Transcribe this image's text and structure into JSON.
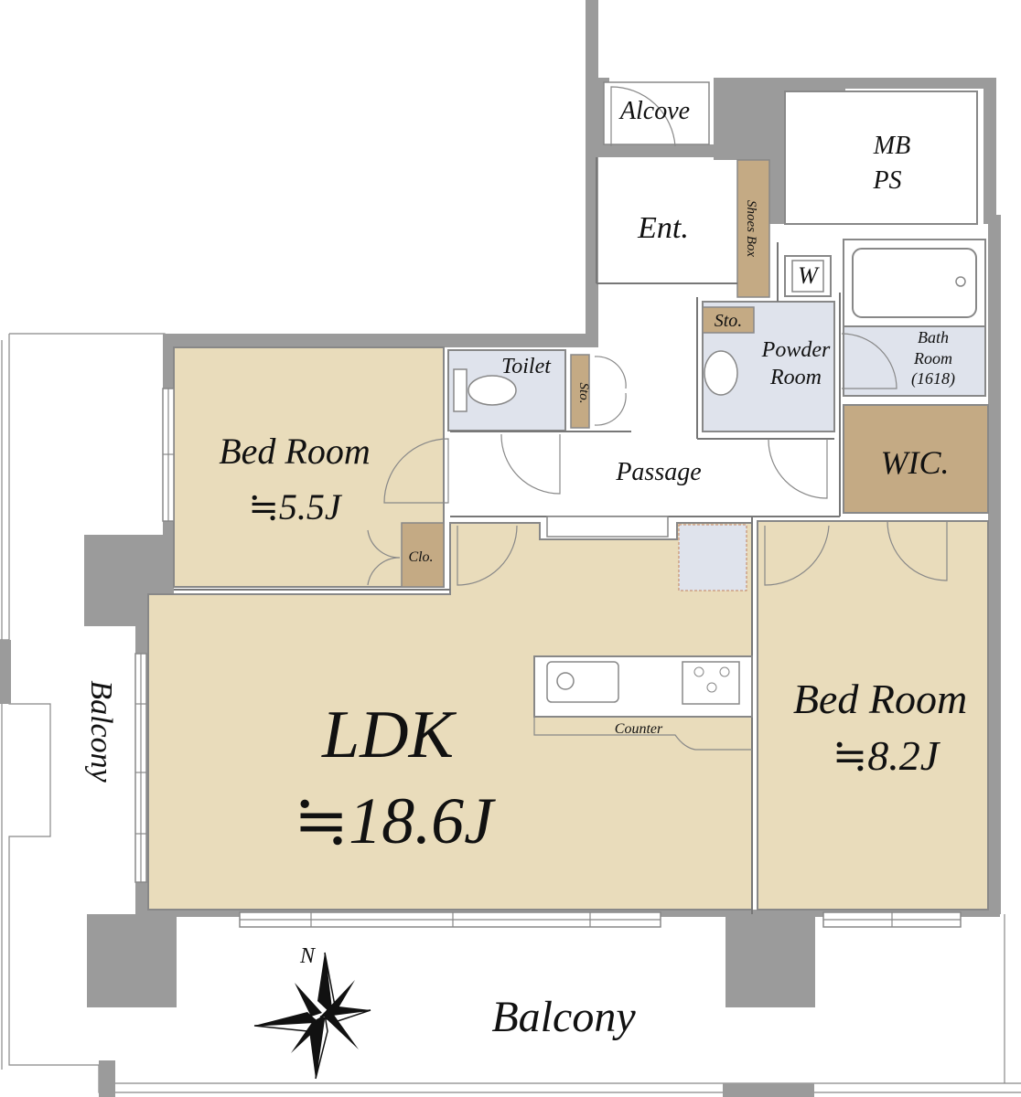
{
  "rooms": {
    "alcove": "Alcove",
    "mb_ps_line1": "MB",
    "mb_ps_line2": "PS",
    "entrance": "Ent.",
    "shoes_box": "Shoes Box",
    "washer": "W",
    "storage_powder": "Sto.",
    "powder_line1": "Powder",
    "powder_line2": "Room",
    "bath_line1": "Bath",
    "bath_line2": "Room",
    "bath_size": "(1618)",
    "toilet": "Toilet",
    "storage_toilet": "Sto.",
    "passage": "Passage",
    "wic": "WIC.",
    "bedroom1_name": "Bed Room",
    "bedroom1_size": "≒5.5J",
    "closet": "Clo.",
    "ldk_name": "LDK",
    "ldk_size": "≒18.6J",
    "counter": "Counter",
    "bedroom2_name": "Bed Room",
    "bedroom2_size": "≒8.2J",
    "balcony_west": "Balcony",
    "balcony_south": "Balcony",
    "north": "N"
  },
  "colors": {
    "room_fill": "#e9dcbb",
    "wet_area_fill": "#dfe3ec",
    "storage_fill": "#c4aa84",
    "wall": "#9b9b9b"
  }
}
